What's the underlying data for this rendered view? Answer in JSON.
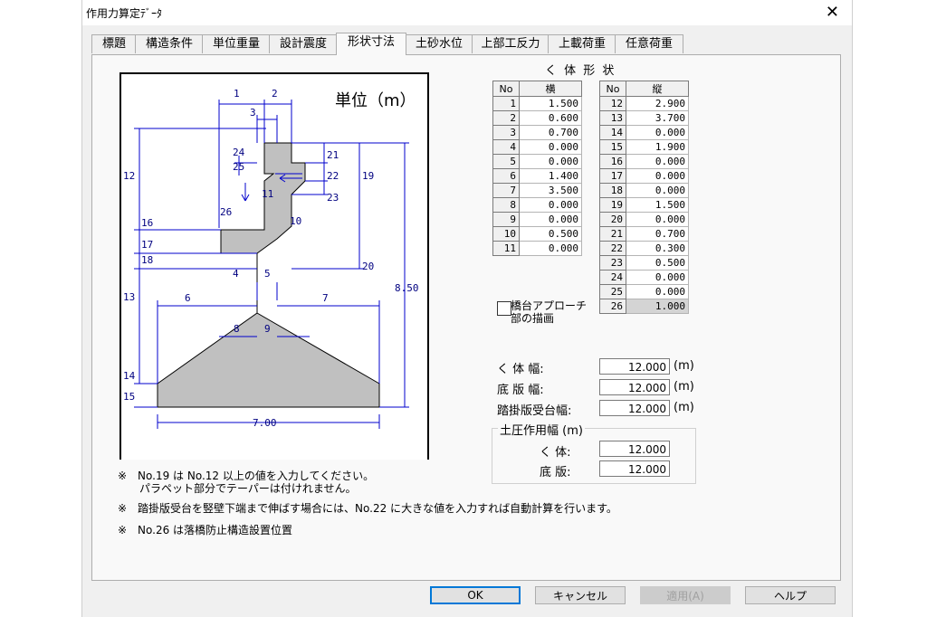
{
  "window": {
    "title": "作用力算定ﾃﾞｰﾀ",
    "close": "✕"
  },
  "tabs": [
    "標題",
    "構造条件",
    "単位重量",
    "設計震度",
    "形状寸法",
    "土砂水位",
    "上部工反力",
    "上載荷重",
    "任意荷重"
  ],
  "active_tab": 4,
  "drawing": {
    "unit_label": "単位（m）",
    "width_label": "7.00",
    "height_label": "8.50",
    "dim_labels": [
      "1",
      "2",
      "3",
      "4",
      "5",
      "6",
      "7",
      "8",
      "9",
      "10",
      "11",
      "12",
      "13",
      "14",
      "15",
      "16",
      "17",
      "18",
      "19",
      "20",
      "21",
      "22",
      "23",
      "24",
      "25",
      "26"
    ]
  },
  "grid": {
    "title": "く 体 形 状",
    "left": {
      "header_no": "No",
      "header_val": "横",
      "rows": [
        [
          "1",
          "1.500"
        ],
        [
          "2",
          "0.600"
        ],
        [
          "3",
          "0.700"
        ],
        [
          "4",
          "0.000"
        ],
        [
          "5",
          "0.000"
        ],
        [
          "6",
          "1.400"
        ],
        [
          "7",
          "3.500"
        ],
        [
          "8",
          "0.000"
        ],
        [
          "9",
          "0.000"
        ],
        [
          "10",
          "0.500"
        ],
        [
          "11",
          "0.000"
        ]
      ]
    },
    "right": {
      "header_no": "No",
      "header_val": "縦",
      "rows": [
        [
          "12",
          "2.900"
        ],
        [
          "13",
          "3.700"
        ],
        [
          "14",
          "0.000"
        ],
        [
          "15",
          "1.900"
        ],
        [
          "16",
          "0.000"
        ],
        [
          "17",
          "0.000"
        ],
        [
          "18",
          "0.000"
        ],
        [
          "19",
          "1.500"
        ],
        [
          "20",
          "0.000"
        ],
        [
          "21",
          "0.700"
        ],
        [
          "22",
          "0.300"
        ],
        [
          "23",
          "0.500"
        ],
        [
          "24",
          "0.000"
        ],
        [
          "25",
          "0.000"
        ],
        [
          "26",
          "1.000"
        ]
      ]
    }
  },
  "checkbox": {
    "label1": "橋台アプローチ",
    "label2": "部の描画",
    "checked": false
  },
  "fields": {
    "kutai_width": {
      "label": "く 体 幅:",
      "value": "12.000",
      "unit": "(m)"
    },
    "base_width": {
      "label": "底 版 幅:",
      "value": "12.000",
      "unit": "(m)"
    },
    "approach_width": {
      "label": "踏掛版受台幅:",
      "value": "12.000",
      "unit": "(m)"
    }
  },
  "earth_group": {
    "label": "土圧作用幅 (m)",
    "kutai": {
      "label": "く 体:",
      "value": "12.000"
    },
    "base": {
      "label": "底 版:",
      "value": "12.000"
    }
  },
  "notes": [
    "※　No.19 は No.12 以上の値を入力してください。",
    "　　パラペット部分でテーパーは付けれません。",
    "※　踏掛版受台を竪壁下端まで伸ばす場合には、No.22 に大きな値を入力すれば自動計算を行います。",
    "※　No.26 は落橋防止構造設置位置"
  ],
  "buttons": {
    "ok": "OK",
    "cancel": "キャンセル",
    "apply": "適用(A)",
    "help": "ヘルプ"
  },
  "colors": {
    "dim_line": "#0000cc",
    "dim_text": "#000080",
    "shape_fill": "#c0c0c0",
    "ok_border": "#0078d7"
  }
}
